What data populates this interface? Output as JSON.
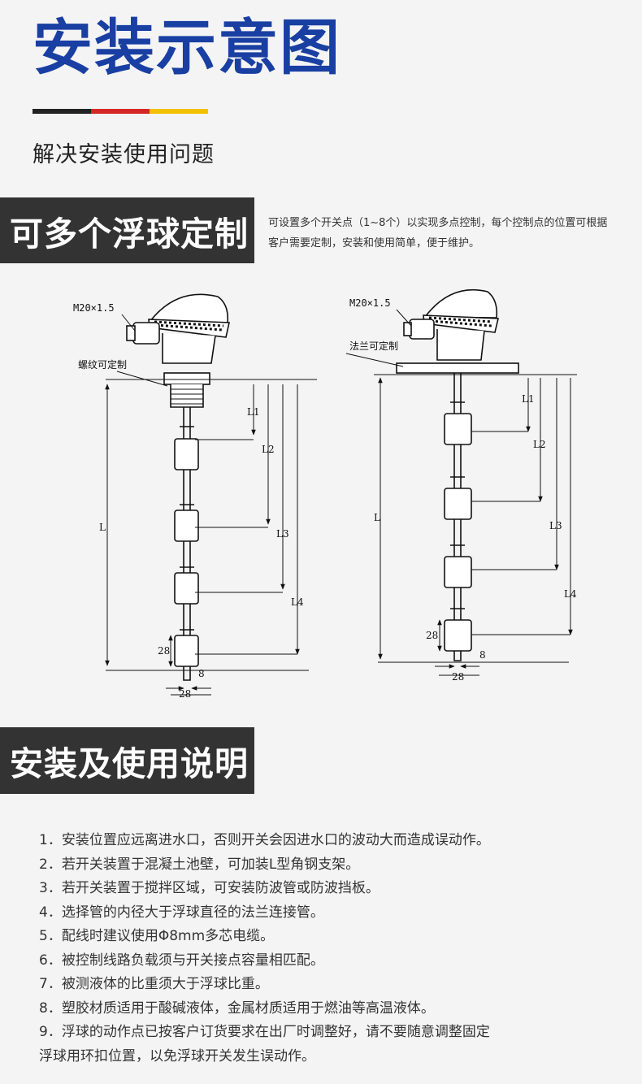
{
  "header": {
    "title": "安装示意图",
    "subtitle": "解决安装使用问题",
    "stripe_colors": [
      "#222222",
      "#d62727",
      "#f2c200"
    ]
  },
  "section1": {
    "heading": "可多个浮球定制",
    "note": "可设置多个开关点（1~8个）以实现多点控制，每个控制点的位置可根据客户需要定制，安装和使用简单，便于维护。"
  },
  "diagram": {
    "left": {
      "thread_label": "M20×1.5",
      "mount_label": "螺纹可定制",
      "dims": [
        "L1",
        "L2",
        "L3",
        "L4",
        "L",
        "28",
        "8",
        "28"
      ]
    },
    "right": {
      "thread_label": "M20×1.5",
      "mount_label": "法兰可定制",
      "dims": [
        "L1",
        "L2",
        "L3",
        "L4",
        "L",
        "28",
        "8",
        "28"
      ]
    }
  },
  "section2": {
    "heading": "安装及使用说明",
    "items": [
      "1．安装位置应远离进水口，否则开关会因进水口的波动大而造成误动作。",
      "2．若开关装置于混凝土池壁，可加装L型角钢支架。",
      "3．若开关装置于搅拌区域，可安装防波管或防波挡板。",
      "4．选择管的内径大于浮球直径的法兰连接管。",
      "5．配线时建议使用Φ8mm多芯电缆。",
      "6．被控制线路负载须与开关接点容量相匹配。",
      "7．被测液体的比重须大于浮球比重。",
      "8．塑胶材质适用于酸碱液体，金属材质适用于燃油等高温液体。",
      "9．浮球的动作点已按客户订货要求在出厂时调整好，请不要随意调整固定",
      "浮球用环扣位置，以免浮球开关发生误动作。"
    ]
  }
}
